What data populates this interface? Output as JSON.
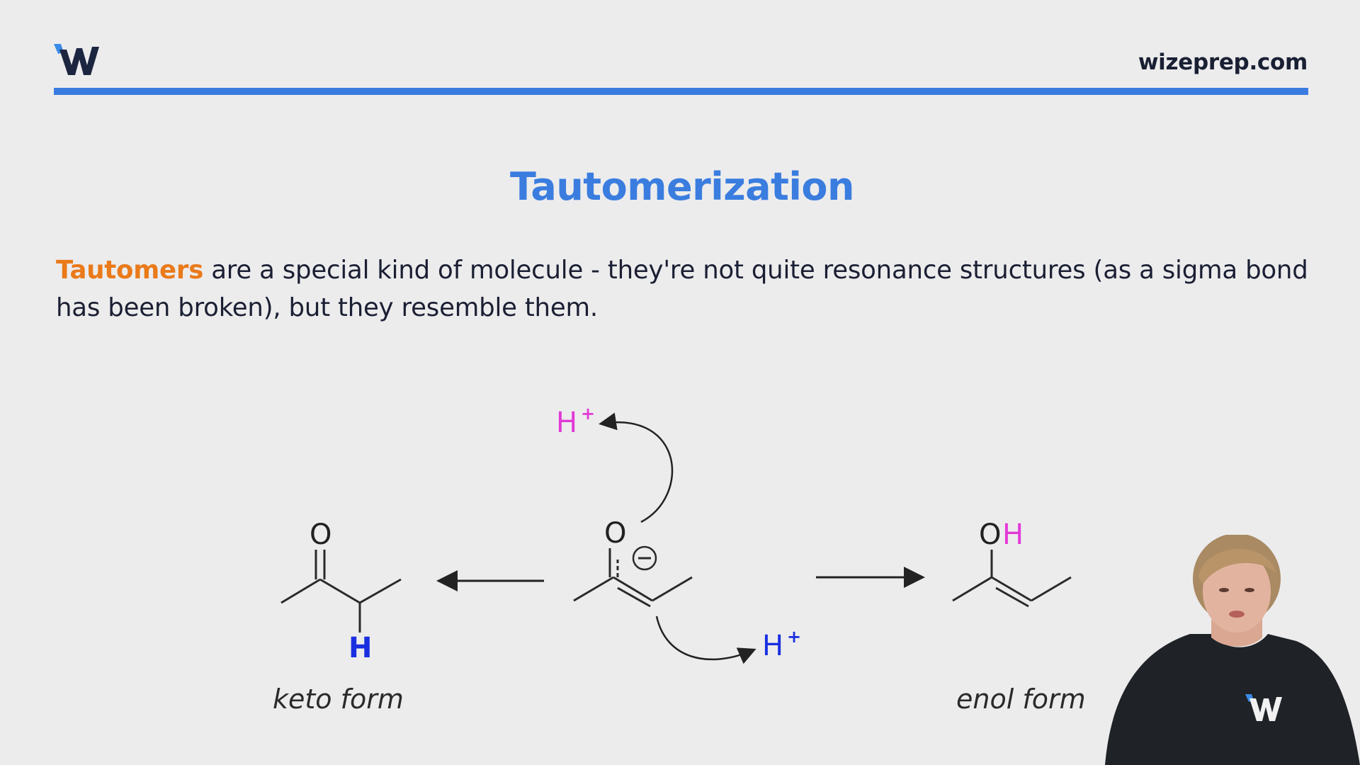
{
  "header": {
    "site": "wizeprep.com",
    "logo_icon": "wizeprep-w-icon",
    "brand_color": "#3a7be0"
  },
  "slide": {
    "title": "Tautomerization",
    "term": "Tautomers",
    "body": " are a special kind of molecule - they're not quite resonance structures (as a sigma bond has been broken), but they resemble them."
  },
  "diagram": {
    "keto_label": "keto form",
    "enol_label": "enol form",
    "atoms": {
      "oxygen": "O",
      "hydrogen": "H",
      "proton": "H",
      "plus": "+",
      "charge": "−"
    },
    "colors": {
      "magenta": "#e23ad6",
      "blue": "#1a2fe0"
    }
  },
  "presenter": {
    "shirt_logo_icon": "wizeprep-w-icon"
  }
}
